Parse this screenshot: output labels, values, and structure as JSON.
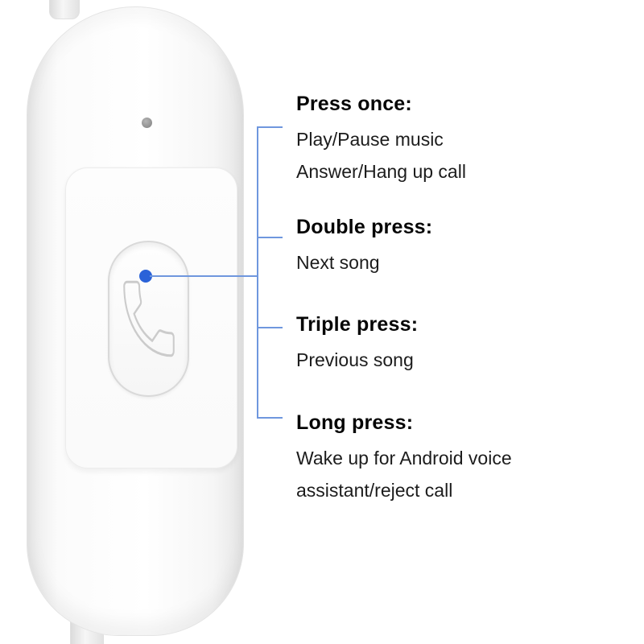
{
  "device": {
    "name": "earphone inline remote control",
    "accent_color": "#2a62d8",
    "connector_line_color": "#6f97de",
    "button_icon": "phone-handset-icon"
  },
  "annotations": [
    {
      "heading": "Press once:",
      "lines": [
        "Play/Pause music",
        "Answer/Hang up call"
      ]
    },
    {
      "heading": "Double press:",
      "lines": [
        "Next song"
      ]
    },
    {
      "heading": "Triple press:",
      "lines": [
        "Previous song"
      ]
    },
    {
      "heading": "Long press:",
      "lines": [
        "Wake up for Android voice",
        "assistant/reject call"
      ]
    }
  ]
}
